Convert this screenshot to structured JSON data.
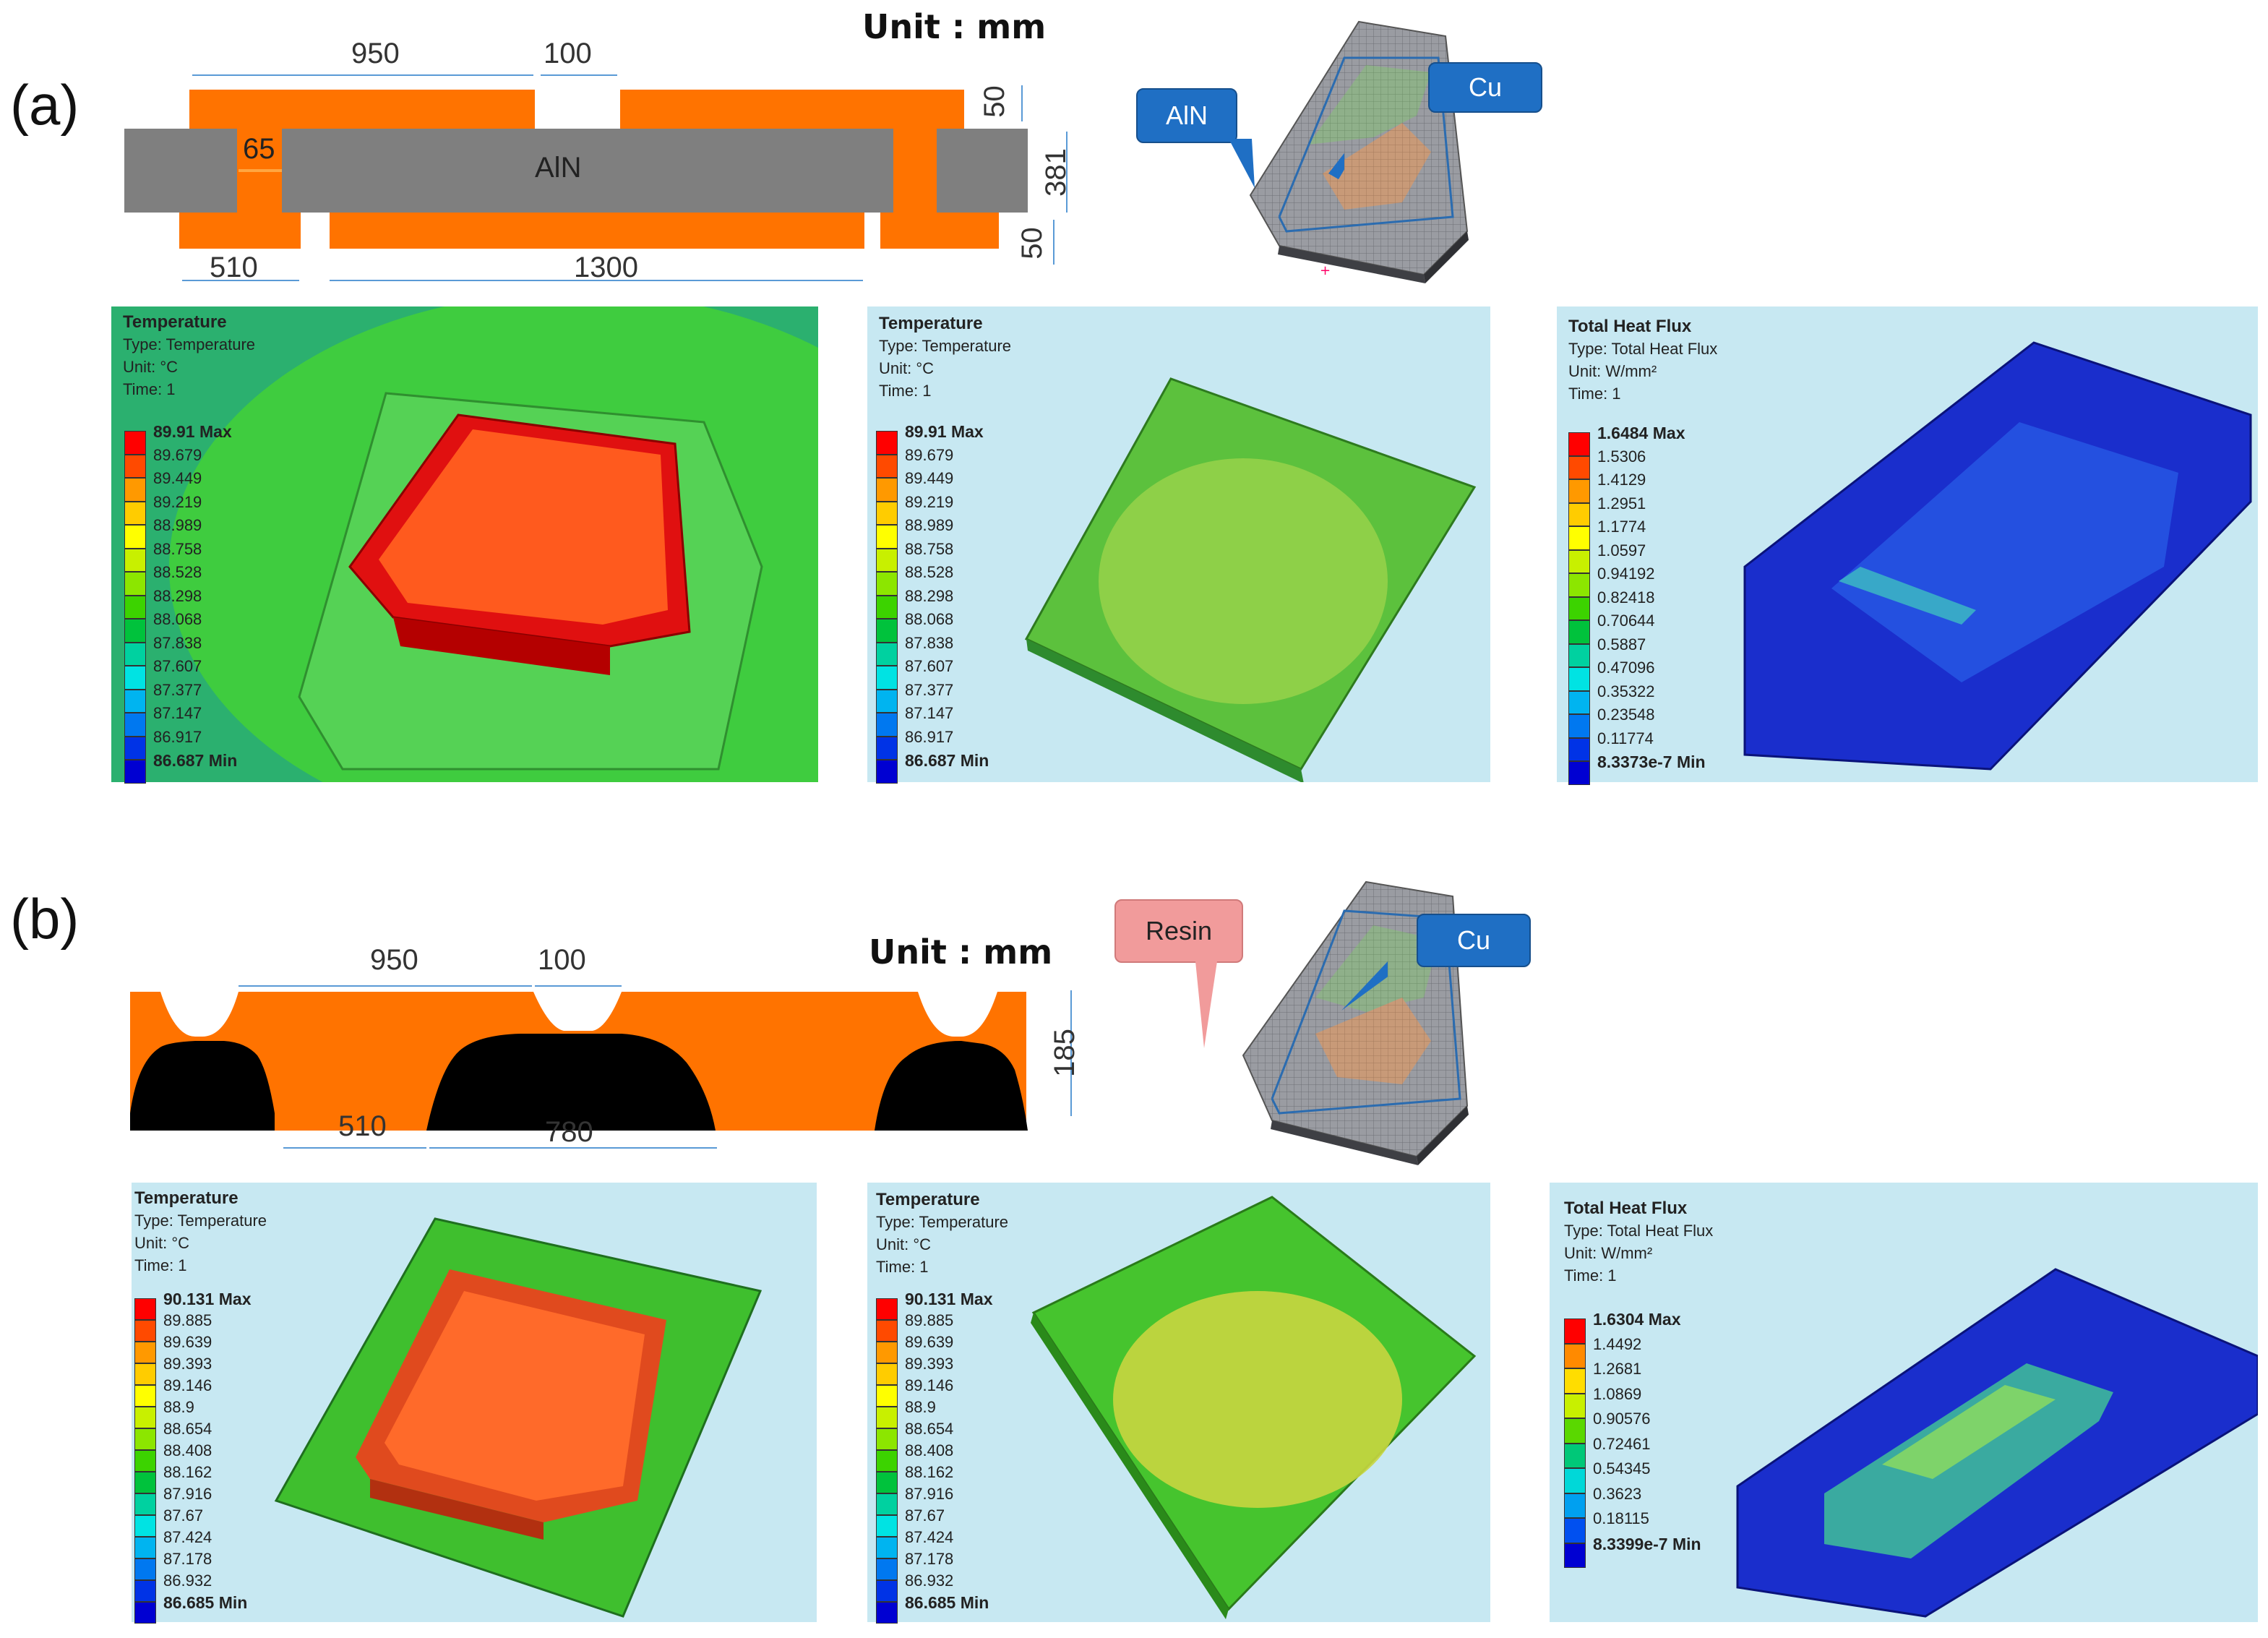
{
  "panel_a": {
    "label": "(a)",
    "unit": "Unit : mm",
    "cross_section": {
      "center_label": "AlN",
      "dims": {
        "top_gap_950": "950",
        "top_gap_100": "100",
        "side_65": "65",
        "bot_510": "510",
        "bot_1300": "1300",
        "right_50_top": "50",
        "right_381": "381",
        "right_50_bot": "50"
      }
    },
    "callouts": {
      "left": "AlN",
      "right": "Cu"
    },
    "sims": [
      {
        "title": "Temperature",
        "type": "Type: Temperature",
        "unit": "Unit: °C",
        "time": "Time: 1",
        "values": [
          "89.91 Max",
          "89.679",
          "89.449",
          "89.219",
          "88.989",
          "88.758",
          "88.528",
          "88.298",
          "88.068",
          "87.838",
          "87.607",
          "87.377",
          "87.147",
          "86.917",
          "86.687 Min"
        ]
      },
      {
        "title": "Temperature",
        "type": "Type: Temperature",
        "unit": "Unit: °C",
        "time": "Time: 1",
        "values": [
          "89.91 Max",
          "89.679",
          "89.449",
          "89.219",
          "88.989",
          "88.758",
          "88.528",
          "88.298",
          "88.068",
          "87.838",
          "87.607",
          "87.377",
          "87.147",
          "86.917",
          "86.687 Min"
        ]
      },
      {
        "title": "Total Heat Flux",
        "type": "Type: Total Heat Flux",
        "unit": "Unit: W/mm²",
        "time": "Time: 1",
        "values": [
          "1.6484 Max",
          "1.5306",
          "1.4129",
          "1.2951",
          "1.1774",
          "1.0597",
          "0.94192",
          "0.82418",
          "0.70644",
          "0.5887",
          "0.47096",
          "0.35322",
          "0.23548",
          "0.11774",
          "8.3373e-7 Min"
        ]
      }
    ]
  },
  "panel_b": {
    "label": "(b)",
    "unit": "Unit : mm",
    "dims": {
      "top_950": "950",
      "top_100": "100",
      "bot_510": "510",
      "bot_780": "780",
      "right_185": "185"
    },
    "callouts": {
      "left": "Resin",
      "right": "Cu"
    },
    "sims": [
      {
        "title": "Temperature",
        "type": "Type: Temperature",
        "unit": "Unit: °C",
        "time": "Time: 1",
        "values": [
          "90.131 Max",
          "89.885",
          "89.639",
          "89.393",
          "89.146",
          "88.9",
          "88.654",
          "88.408",
          "88.162",
          "87.916",
          "87.67",
          "87.424",
          "87.178",
          "86.932",
          "86.685 Min"
        ]
      },
      {
        "title": "Temperature",
        "type": "Type: Temperature",
        "unit": "Unit: °C",
        "time": "Time: 1",
        "values": [
          "90.131 Max",
          "89.885",
          "89.639",
          "89.393",
          "89.146",
          "88.9",
          "88.654",
          "88.408",
          "88.162",
          "87.916",
          "87.67",
          "87.424",
          "87.178",
          "86.932",
          "86.685 Min"
        ]
      },
      {
        "title": "Total Heat Flux",
        "type": "Type: Total Heat Flux",
        "unit": "Unit: W/mm²",
        "time": "Time: 1",
        "values": [
          "1.6304 Max",
          "1.4492",
          "1.2681",
          "1.0869",
          "0.90576",
          "0.72461",
          "0.54345",
          "0.3623",
          "0.18115",
          "8.3399e-7 Min"
        ]
      }
    ]
  },
  "colors": {
    "copper_orange": "#ff7300",
    "aln_gray": "#7f7f7f",
    "resin_black": "#000000",
    "callout_blue": "#1f6fc4",
    "callout_pink": "#f19b9b",
    "sim_bg": "#c7e8f2",
    "legend_15": [
      "#ff0000",
      "#ff4a00",
      "#ff9900",
      "#ffcc00",
      "#ffff00",
      "#c8f000",
      "#8ce600",
      "#3cd300",
      "#00c23c",
      "#00d1a0",
      "#00e3e3",
      "#00b4f0",
      "#0078f0",
      "#0033e6",
      "#0000d2"
    ],
    "legend_10": [
      "#ff0000",
      "#ff8a00",
      "#ffdd00",
      "#c8f000",
      "#5ad800",
      "#00c878",
      "#00d8d8",
      "#00a0f0",
      "#0050f0",
      "#0000d2"
    ]
  }
}
